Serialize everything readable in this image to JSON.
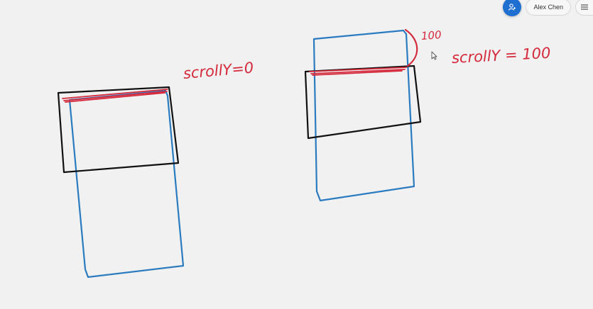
{
  "header": {
    "user_name": "Alex Chen",
    "share_icon": "add-person-icon",
    "menu_icon": "hamburger-menu-icon"
  },
  "whiteboard": {
    "annotations": {
      "left_label": "scrollY=0",
      "right_label": "scrollY = 100",
      "offset_label": "100"
    },
    "colors": {
      "background": "#f1f1f1",
      "viewport_stroke": "#111111",
      "document_stroke": "#2b7bc0",
      "highlight_stroke": "#d42a3c"
    }
  }
}
